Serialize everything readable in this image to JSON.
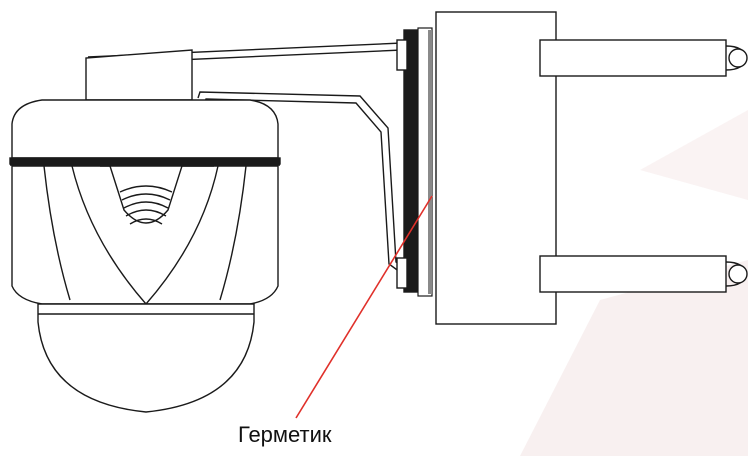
{
  "diagram": {
    "callout": {
      "label": "Герметик",
      "line_color": "#e0302a"
    },
    "colors": {
      "outline": "#1a1a1a",
      "seal_strip": "#8a8a8a",
      "watermark": "#f3e4e4"
    },
    "parts": [
      "camera-dome",
      "camera-body",
      "top-mount",
      "support-arm",
      "wall-bracket",
      "mounting-plate",
      "seal-strip",
      "pole-clamp-top",
      "pole-clamp-bottom"
    ]
  }
}
